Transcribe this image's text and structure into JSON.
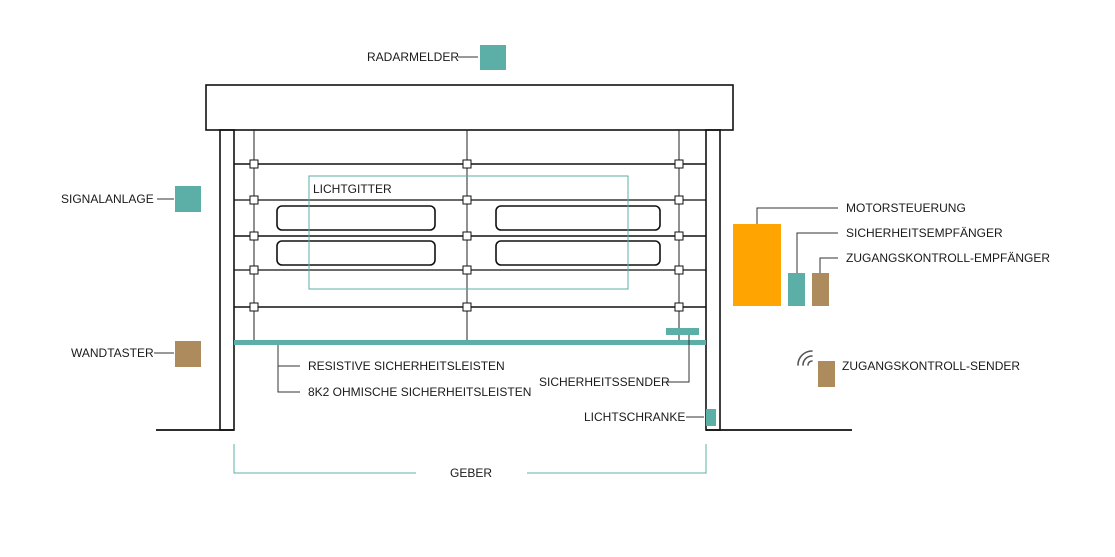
{
  "labels": {
    "radarmelder": "RADARMELDER",
    "signalanlage": "SIGNALANLAGE",
    "wandtaster": "WANDTASTER",
    "lichtgitter": "LICHTGITTER",
    "motorsteuerung": "MOTORSTEUERUNG",
    "sicherheitsempfaenger": "SICHERHEITSEMPFÄNGER",
    "zugangskontroll_empfaenger": "ZUGANGSKONTROLL-EMPFÄNGER",
    "zugangskontroll_sender": "ZUGANGSKONTROLL-SENDER",
    "resistive": "RESISTIVE SICHERHEITSLEISTEN",
    "ohmische": "8K2 OHMISCHE SICHERHEITSLEISTEN",
    "sicherheitssender": "SICHERHEITSSENDER",
    "lichtschranke": "LICHTSCHRANKE",
    "geber": "GEBER"
  },
  "colors": {
    "teal": "#5bafa6",
    "orange": "#ffa400",
    "brown": "#ad8b5c",
    "outline": "#111111",
    "bracket": "#5cb0a8"
  },
  "icons": {
    "wireless": "wireless-signal-icon"
  }
}
